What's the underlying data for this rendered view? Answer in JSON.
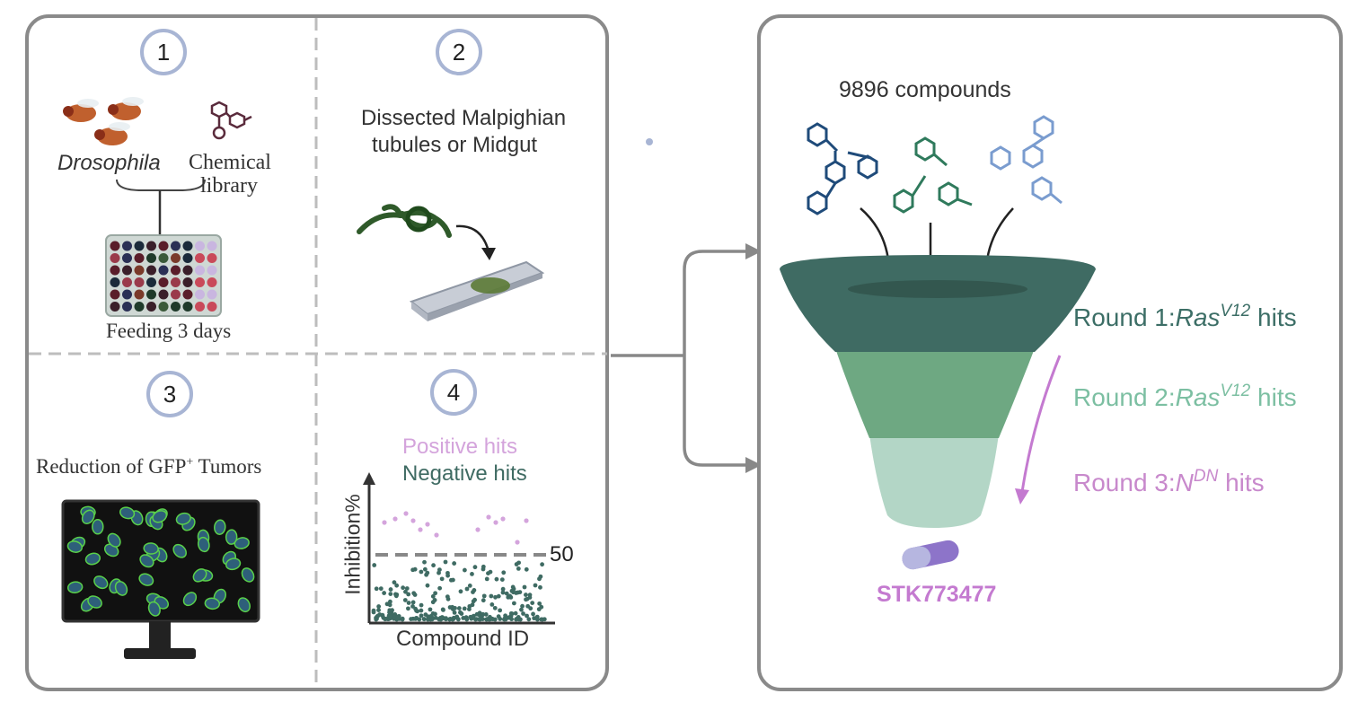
{
  "steps": [
    {
      "number": "1",
      "labels": {
        "organism": "Drosophila",
        "chemical_line1": "Chemical",
        "chemical_line2": "library",
        "feeding": "Feeding 3 days"
      }
    },
    {
      "number": "2",
      "labels": {
        "line1": "Dissected Malpighian",
        "line2": "tubules or Midgut"
      }
    },
    {
      "number": "3",
      "labels": {
        "reduction_prefix": "Reduction of GFP",
        "reduction_sup": "+",
        "reduction_suffix": " Tumors"
      }
    },
    {
      "number": "4",
      "labels": {
        "positive": "Positive hits",
        "negative": "Negative hits",
        "ylabel": "Inhibition%",
        "xlabel": "Compound ID",
        "threshold": "50"
      }
    }
  ],
  "funnel": {
    "compounds": "9896 compounds",
    "rounds": [
      {
        "prefix": "Round 1:",
        "gene": "Ras",
        "sup": "V12",
        "suffix": " hits",
        "color": "#3c6e66"
      },
      {
        "prefix": "Round 2:",
        "gene": "Ras",
        "sup": "V12",
        "suffix": " hits",
        "color": "#7cbfa2"
      },
      {
        "prefix": "Round 3:",
        "gene": "N",
        "sup": "DN",
        "suffix": " hits",
        "color": "#c889cc"
      }
    ],
    "result": "STK773477"
  },
  "colors": {
    "panel_border": "#8a8a8a",
    "funnel_top": "#3f6b63",
    "funnel_mid": "#6ea882",
    "funnel_bottom": "#b3d6c6",
    "positive": "#d4a4dc",
    "negative": "#3f6b63",
    "accent_purple": "#c47ad0"
  }
}
